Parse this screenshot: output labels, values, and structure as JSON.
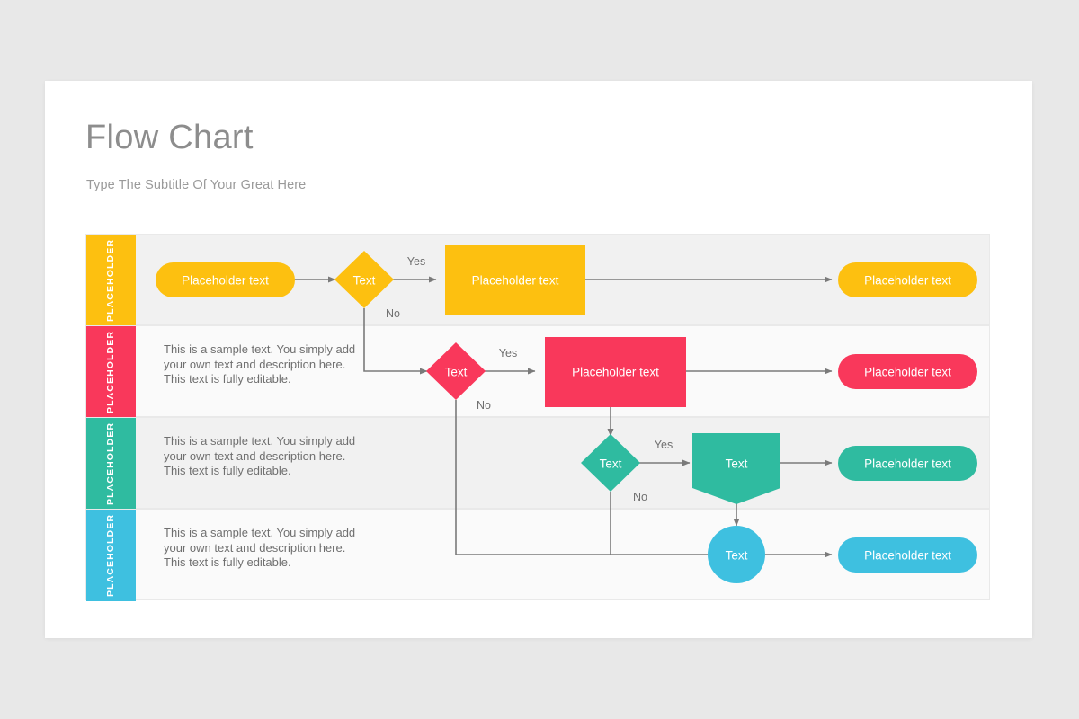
{
  "slide": {
    "title": "Flow Chart",
    "subtitle": "Type The Subtitle Of Your Great Here"
  },
  "colors": {
    "yellow": "#FDC010",
    "pink": "#F9385B",
    "teal": "#2FBBA0",
    "blue": "#3EC0E0",
    "connector": "#7a7a7a",
    "row_odd_bg": "#f1f1f1",
    "row_even_bg": "#fafafa",
    "title_text": "#8d8d8d",
    "body_text": "#6f6f6f",
    "slide_bg": "#ffffff",
    "page_bg": "#e8e8e8"
  },
  "body_paragraph": "This is a sample text. You simply add your own text and description here. This text is fully editable.",
  "labels": {
    "yes": "Yes",
    "no": "No",
    "text": "Text",
    "placeholder_text": "Placeholder text",
    "placeholder_tab": "PLACEHOLDER"
  },
  "rows": [
    {
      "id": "row-yellow",
      "tab_label": "PLACEHOLDER",
      "color": "#FDC010",
      "description": "",
      "nodes": [
        {
          "name": "start-pill",
          "shape": "pill",
          "label": "Placeholder text"
        },
        {
          "name": "decision",
          "shape": "diamond",
          "label": "Text"
        },
        {
          "name": "process-box",
          "shape": "rectangle",
          "label": "Placeholder text"
        },
        {
          "name": "end-pill",
          "shape": "pill",
          "label": "Placeholder text"
        }
      ],
      "branches": {
        "yes": "Yes",
        "no": "No"
      }
    },
    {
      "id": "row-pink",
      "tab_label": "PLACEHOLDER",
      "color": "#F9385B",
      "description": "This is a sample text. You simply add your own text and description here. This text is fully editable.",
      "nodes": [
        {
          "name": "decision",
          "shape": "diamond",
          "label": "Text"
        },
        {
          "name": "process-box",
          "shape": "rectangle",
          "label": "Placeholder text"
        },
        {
          "name": "end-pill",
          "shape": "pill",
          "label": "Placeholder text"
        }
      ],
      "branches": {
        "yes": "Yes",
        "no": "No"
      }
    },
    {
      "id": "row-teal",
      "tab_label": "PLACEHOLDER",
      "color": "#2FBBA0",
      "description": "This is a sample text. You simply add your own text and description here. This text is fully editable.",
      "nodes": [
        {
          "name": "decision",
          "shape": "diamond",
          "label": "Text"
        },
        {
          "name": "process-penta",
          "shape": "pentagon",
          "label": "Text"
        },
        {
          "name": "end-pill",
          "shape": "pill",
          "label": "Placeholder text"
        }
      ],
      "branches": {
        "yes": "Yes",
        "no": "No"
      }
    },
    {
      "id": "row-blue",
      "tab_label": "PLACEHOLDER",
      "color": "#3EC0E0",
      "description": "This is a sample text. You simply add your own text and description here. This text is fully editable.",
      "nodes": [
        {
          "name": "process-circle",
          "shape": "circle",
          "label": "Text"
        },
        {
          "name": "end-pill",
          "shape": "pill",
          "label": "Placeholder text"
        }
      ],
      "branches": {}
    }
  ]
}
